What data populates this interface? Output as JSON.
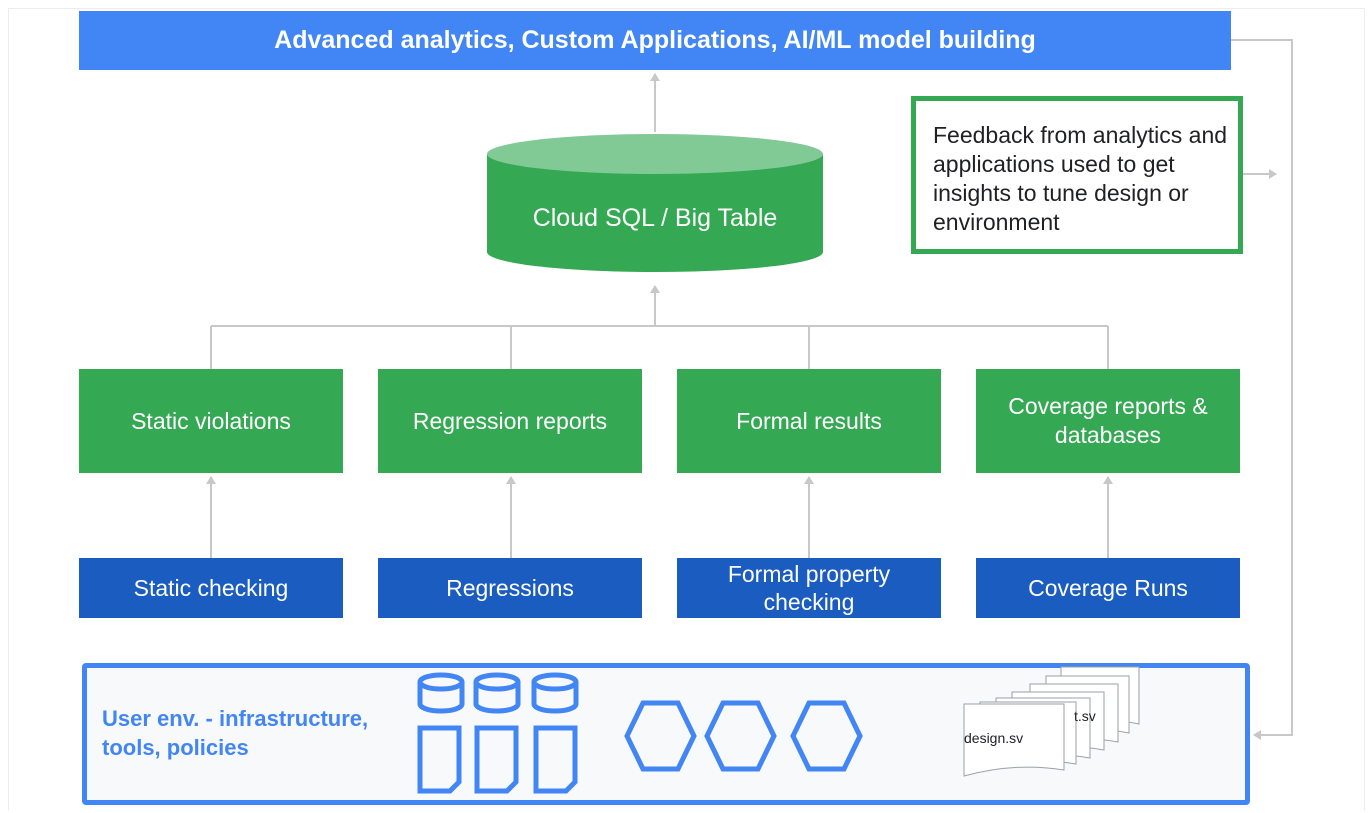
{
  "header": {
    "title": "Advanced analytics, Custom Applications, AI/ML model building"
  },
  "database": {
    "label": "Cloud SQL / Big Table"
  },
  "feedback": {
    "text": "Feedback from analytics and applications used to get insights to tune design or environment"
  },
  "results": [
    {
      "label": "Static violations"
    },
    {
      "label": "Regression reports"
    },
    {
      "label": "Formal results"
    },
    {
      "label": "Coverage reports & databases"
    }
  ],
  "tools": [
    {
      "label": "Static checking"
    },
    {
      "label": "Regressions"
    },
    {
      "label": "Formal property checking"
    },
    {
      "label": "Coverage Runs"
    }
  ],
  "user_env": {
    "label": "User env. - infrastructure, tools, policies",
    "files": {
      "front": "design.sv",
      "back": "t.sv"
    }
  },
  "colors": {
    "banner_blue": "#4285f4",
    "tool_blue": "#1a5cc0",
    "result_green": "#34a853",
    "db_top_green": "#81c995",
    "connector_gray": "#c8c8c8"
  }
}
